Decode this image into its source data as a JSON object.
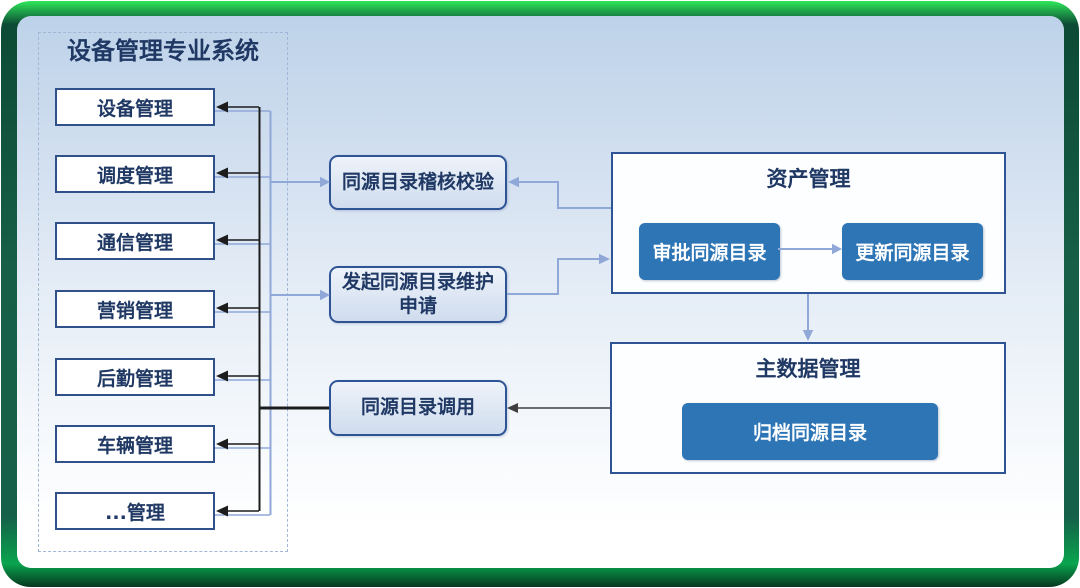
{
  "colors": {
    "frame_green": "#156049",
    "frame_highlight": "#2ee75a",
    "node_border_blue": "#2f5496",
    "solid_step_blue": "#2e75b6",
    "connector_blue": "#8fa8d8",
    "connector_black": "#1c1c1c",
    "text_navy": "#1f3864"
  },
  "left_panel": {
    "title": "设备管理专业系统",
    "systems": [
      "设备管理",
      "调度管理",
      "通信管理",
      "营销管理",
      "后勤管理",
      "车辆管理",
      "...管理"
    ]
  },
  "process_nodes": {
    "audit": "同源目录稽核校验",
    "initiate": "发起同源目录维护申请",
    "invoke": "同源目录调用"
  },
  "asset_group": {
    "title": "资产管理",
    "steps": [
      "审批同源目录",
      "更新同源目录"
    ]
  },
  "master_group": {
    "title": "主数据管理",
    "steps": [
      "归档同源目录"
    ]
  }
}
